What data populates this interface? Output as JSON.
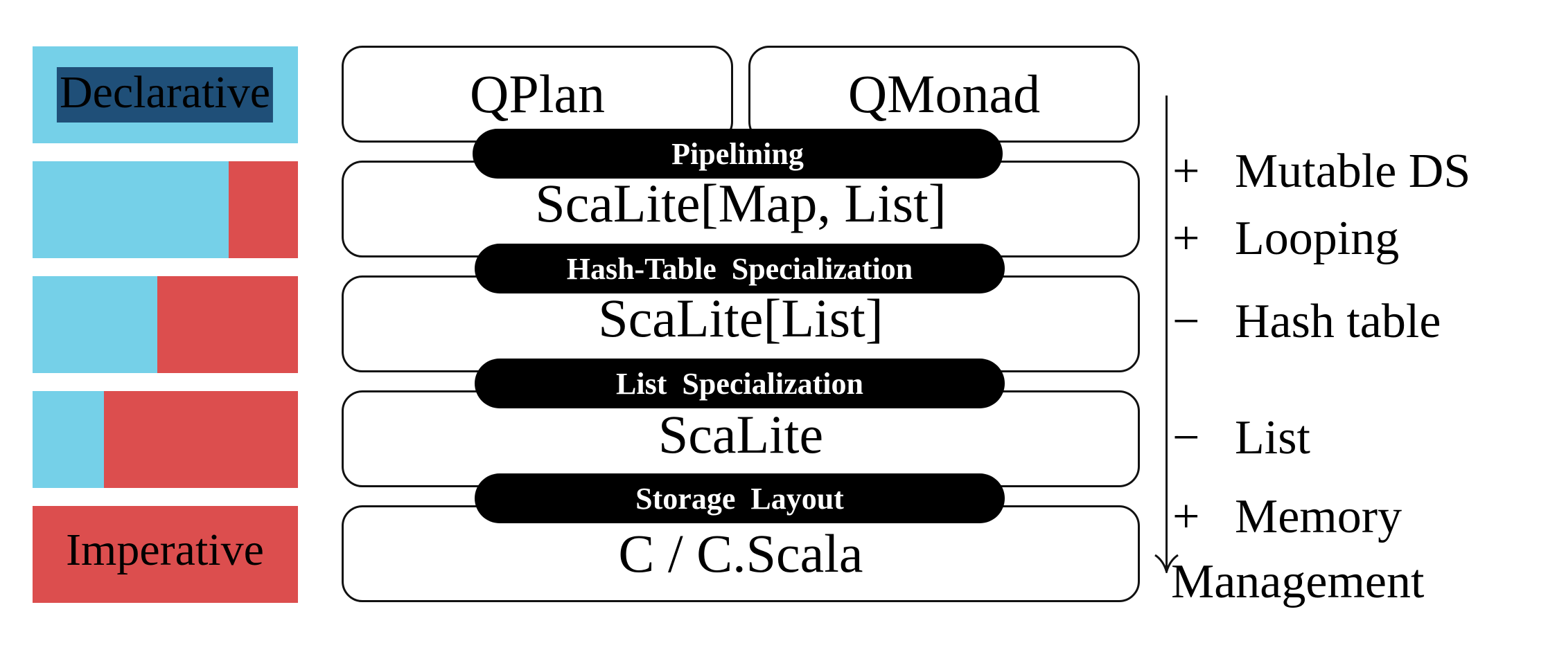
{
  "colors": {
    "declarative": "#75d0e8",
    "imperative": "#dc4e4e",
    "highlight": "#1f4f78"
  },
  "spectrum": {
    "top_label": "Declarative",
    "bottom_label": "Imperative",
    "levels": [
      {
        "declarative_fraction": 1.0
      },
      {
        "declarative_fraction": 0.74
      },
      {
        "declarative_fraction": 0.47
      },
      {
        "declarative_fraction": 0.27
      },
      {
        "declarative_fraction": 0.0
      }
    ]
  },
  "languages": {
    "qplan": "QPlan",
    "qmonad": "QMonad",
    "scalite_map_list": "ScaLite[Map, List]",
    "scalite_list": "ScaLite[List]",
    "scalite": "ScaLite",
    "c_scala": "C / C.Scala"
  },
  "transformations": [
    {
      "label": "Pipelining"
    },
    {
      "label": "Hash-Table  Specialization"
    },
    {
      "label": "List  Specialization"
    },
    {
      "label": "Storage  Layout"
    }
  ],
  "changes": [
    {
      "sign": "+",
      "text": "Mutable DS"
    },
    {
      "sign": "+",
      "text": "Looping"
    },
    {
      "sign": "−",
      "text": "Hash table"
    },
    {
      "sign": "−",
      "text": "List"
    },
    {
      "sign": "+",
      "text": "Memory"
    },
    {
      "sign": "",
      "text": "Management"
    }
  ]
}
